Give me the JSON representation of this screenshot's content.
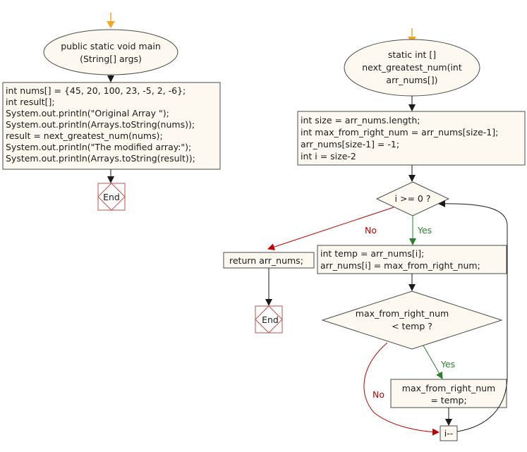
{
  "main": {
    "start_line1": "public static void main",
    "start_line2": "(String[] args)",
    "body": [
      "int nums[] = {45, 20, 100, 23, -5, 2, -6};",
      "int result[];",
      "System.out.println(\"Original Array \");",
      "System.out.println(Arrays.toString(nums));",
      "result = next_greatest_num(nums);",
      "System.out.println(\"The modified array:\");",
      "System.out.println(Arrays.toString(result));"
    ],
    "end": "End"
  },
  "func": {
    "start_line1": "static int []",
    "start_line2": "next_greatest_num(int",
    "start_line3": "arr_nums[])",
    "init": [
      "int size = arr_nums.length;",
      "int max_from_right_num = arr_nums[size-1];",
      "arr_nums[size-1] = -1;",
      "int i = size-2"
    ],
    "loop_cond": "i >= 0 ?",
    "no_label": "No",
    "yes_label": "Yes",
    "return_stmt": "return arr_nums;",
    "end": "End",
    "swap": [
      "int temp = arr_nums[i];",
      "arr_nums[i] = max_from_right_num;"
    ],
    "cmp_line1": "max_from_right_num",
    "cmp_line2": "< temp ?",
    "cmp_yes_label": "Yes",
    "cmp_no_label": "No",
    "update_line1": "max_from_right_num",
    "update_line2": "= temp;",
    "decrement": "i--"
  },
  "colors": {
    "box_fill": "#fdf9f1",
    "arrow_start": "#f5a623",
    "no_path": "#c00000",
    "yes_path": "#2e7d32",
    "end_border": "#c0504d"
  }
}
